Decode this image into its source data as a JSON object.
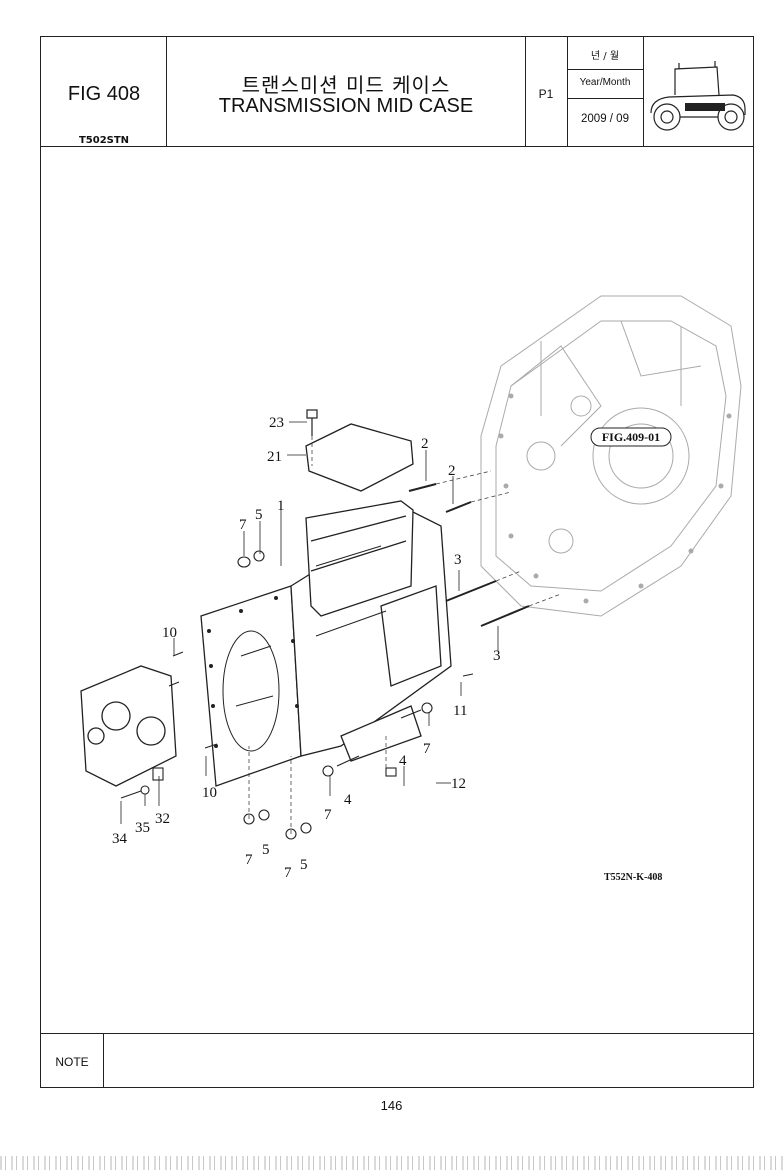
{
  "header": {
    "fig_number": "FIG 408",
    "model": "T502STN",
    "title_korean": "트랜스미션 미드 케이스",
    "title_english": "TRANSMISSION MID CASE",
    "page_code": "P1",
    "year_month_label_korean": "년 / 월",
    "year_month_label_english": "Year/Month",
    "year_month_value": "2009 / 09",
    "tractor_icon": "tractor-icon"
  },
  "diagram": {
    "figure_reference": "FIG.409-01",
    "drawing_code": "T552N-K-408",
    "callouts": [
      {
        "id": "c23",
        "label": "23"
      },
      {
        "id": "c21",
        "label": "21"
      },
      {
        "id": "c2a",
        "label": "2"
      },
      {
        "id": "c2b",
        "label": "2"
      },
      {
        "id": "c1",
        "label": "1"
      },
      {
        "id": "c7a",
        "label": "7"
      },
      {
        "id": "c5a",
        "label": "5"
      },
      {
        "id": "c3a",
        "label": "3"
      },
      {
        "id": "c3b",
        "label": "3"
      },
      {
        "id": "c10a",
        "label": "10"
      },
      {
        "id": "c11",
        "label": "11"
      },
      {
        "id": "c7b",
        "label": "7"
      },
      {
        "id": "c4a",
        "label": "4"
      },
      {
        "id": "c12",
        "label": "12"
      },
      {
        "id": "c4b",
        "label": "4"
      },
      {
        "id": "c7c",
        "label": "7"
      },
      {
        "id": "c10b",
        "label": "10"
      },
      {
        "id": "c32",
        "label": "32"
      },
      {
        "id": "c35",
        "label": "35"
      },
      {
        "id": "c34",
        "label": "34"
      },
      {
        "id": "c7d",
        "label": "7"
      },
      {
        "id": "c5b",
        "label": "5"
      },
      {
        "id": "c7e",
        "label": "7"
      },
      {
        "id": "c5c",
        "label": "5"
      }
    ]
  },
  "footer": {
    "note_label": "NOTE",
    "note_text": "",
    "page_number": "146"
  }
}
